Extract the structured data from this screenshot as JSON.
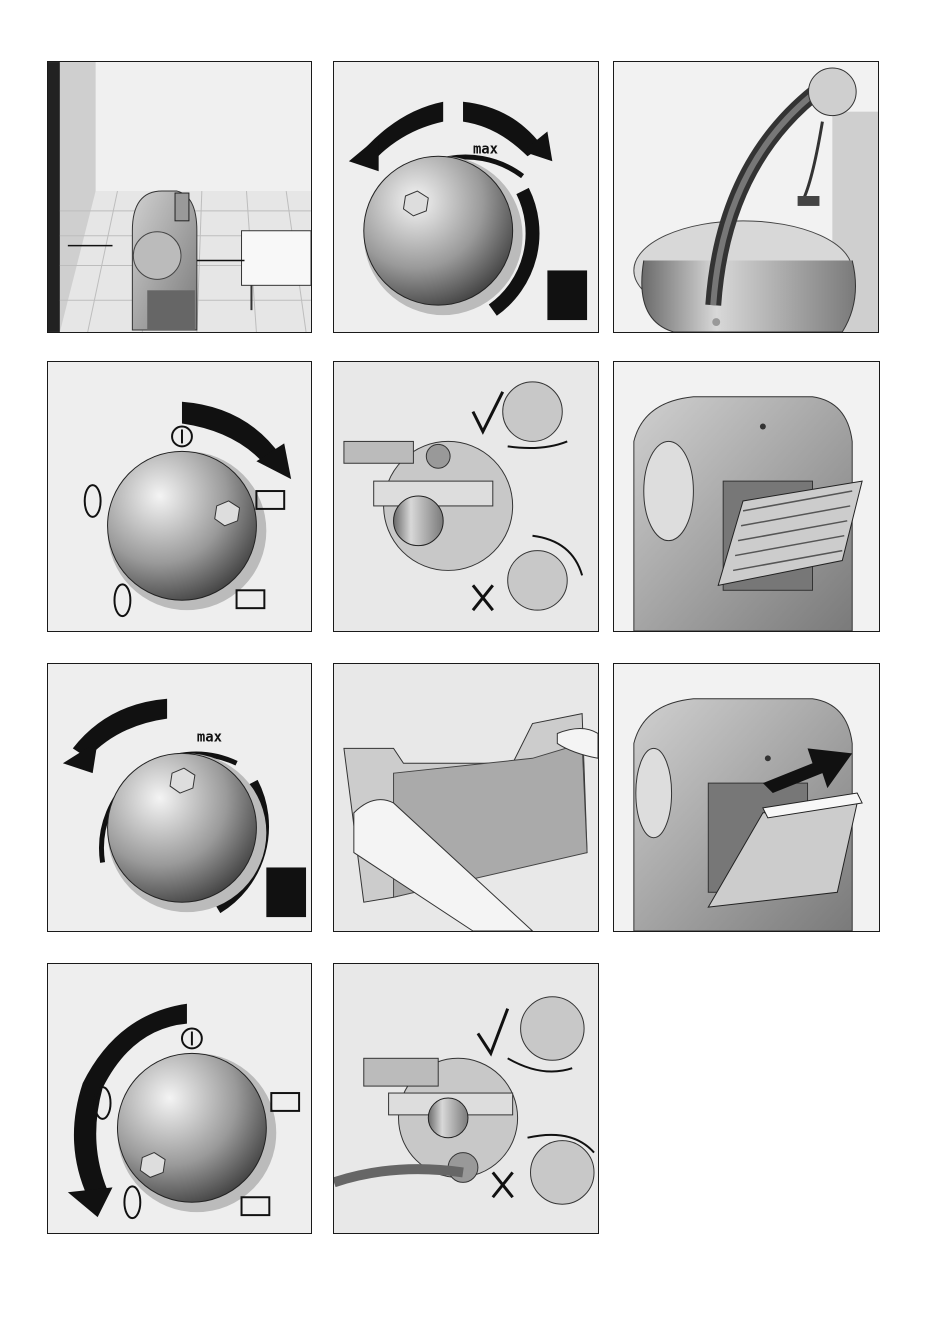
{
  "document": {
    "type": "instruction-illustration-sheet",
    "panels": [
      {
        "id": "room-placement",
        "row": 1,
        "col": 1
      },
      {
        "id": "knob-max",
        "row": 1,
        "col": 2,
        "label": "max"
      },
      {
        "id": "hose-drain-bucket",
        "row": 1,
        "col": 3
      },
      {
        "id": "knob-humidity-cw",
        "row": 2,
        "col": 1
      },
      {
        "id": "valve-turn-check",
        "row": 2,
        "col": 2
      },
      {
        "id": "filter-open",
        "row": 2,
        "col": 3
      },
      {
        "id": "knob-max-2",
        "row": 3,
        "col": 1,
        "label": "max"
      },
      {
        "id": "tank-remove",
        "row": 3,
        "col": 2
      },
      {
        "id": "filter-remove",
        "row": 3,
        "col": 3
      },
      {
        "id": "knob-humidity-ccw",
        "row": 4,
        "col": 1
      },
      {
        "id": "valve-turn-check-2",
        "row": 4,
        "col": 2
      }
    ]
  },
  "labels": {
    "max_1": "max",
    "max_2": "max"
  },
  "colors": {
    "ink": "#111111",
    "panel_bg": "#eeeeee",
    "knob_light": "#f2f2f2",
    "knob_dark": "#4a4a4a"
  }
}
